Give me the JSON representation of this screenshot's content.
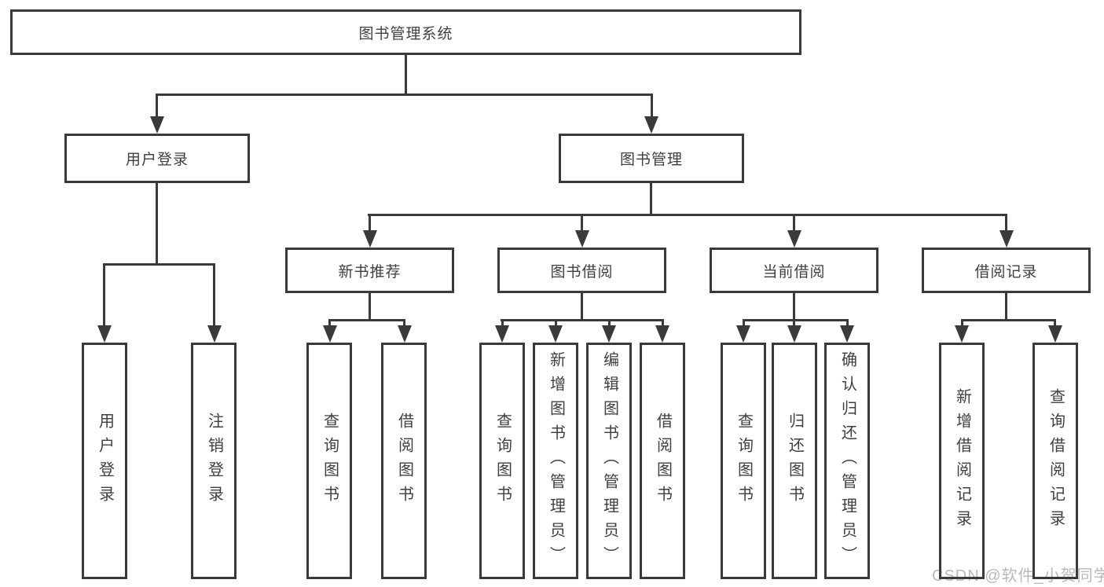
{
  "diagram": {
    "root": {
      "label": "图书管理系统"
    },
    "user_login": {
      "label": "用户登录",
      "children": [
        {
          "label": "用户登录"
        },
        {
          "label": "注销登录"
        }
      ]
    },
    "book_management": {
      "label": "图书管理",
      "sections": [
        {
          "label": "新书推荐",
          "children": [
            {
              "label": "查询图书"
            },
            {
              "label": "借阅图书"
            }
          ]
        },
        {
          "label": "图书借阅",
          "children": [
            {
              "label": "查询图书"
            },
            {
              "label": "新增图书（管理员）"
            },
            {
              "label": "编辑图书（管理员）"
            },
            {
              "label": "借阅图书"
            }
          ]
        },
        {
          "label": "当前借阅",
          "children": [
            {
              "label": "查询图书"
            },
            {
              "label": "归还图书"
            },
            {
              "label": "确认归还（管理员）"
            }
          ]
        },
        {
          "label": "借阅记录",
          "children": [
            {
              "label": "新增借阅记录"
            },
            {
              "label": "查询借阅记录"
            }
          ]
        }
      ]
    }
  },
  "watermark": {
    "text": "CSDN @软件_小贺同学"
  },
  "colors": {
    "line": "#3a3a3a",
    "text": "#3f3f3f",
    "watermark": "#b9b9b9",
    "background": "#ffffff"
  }
}
